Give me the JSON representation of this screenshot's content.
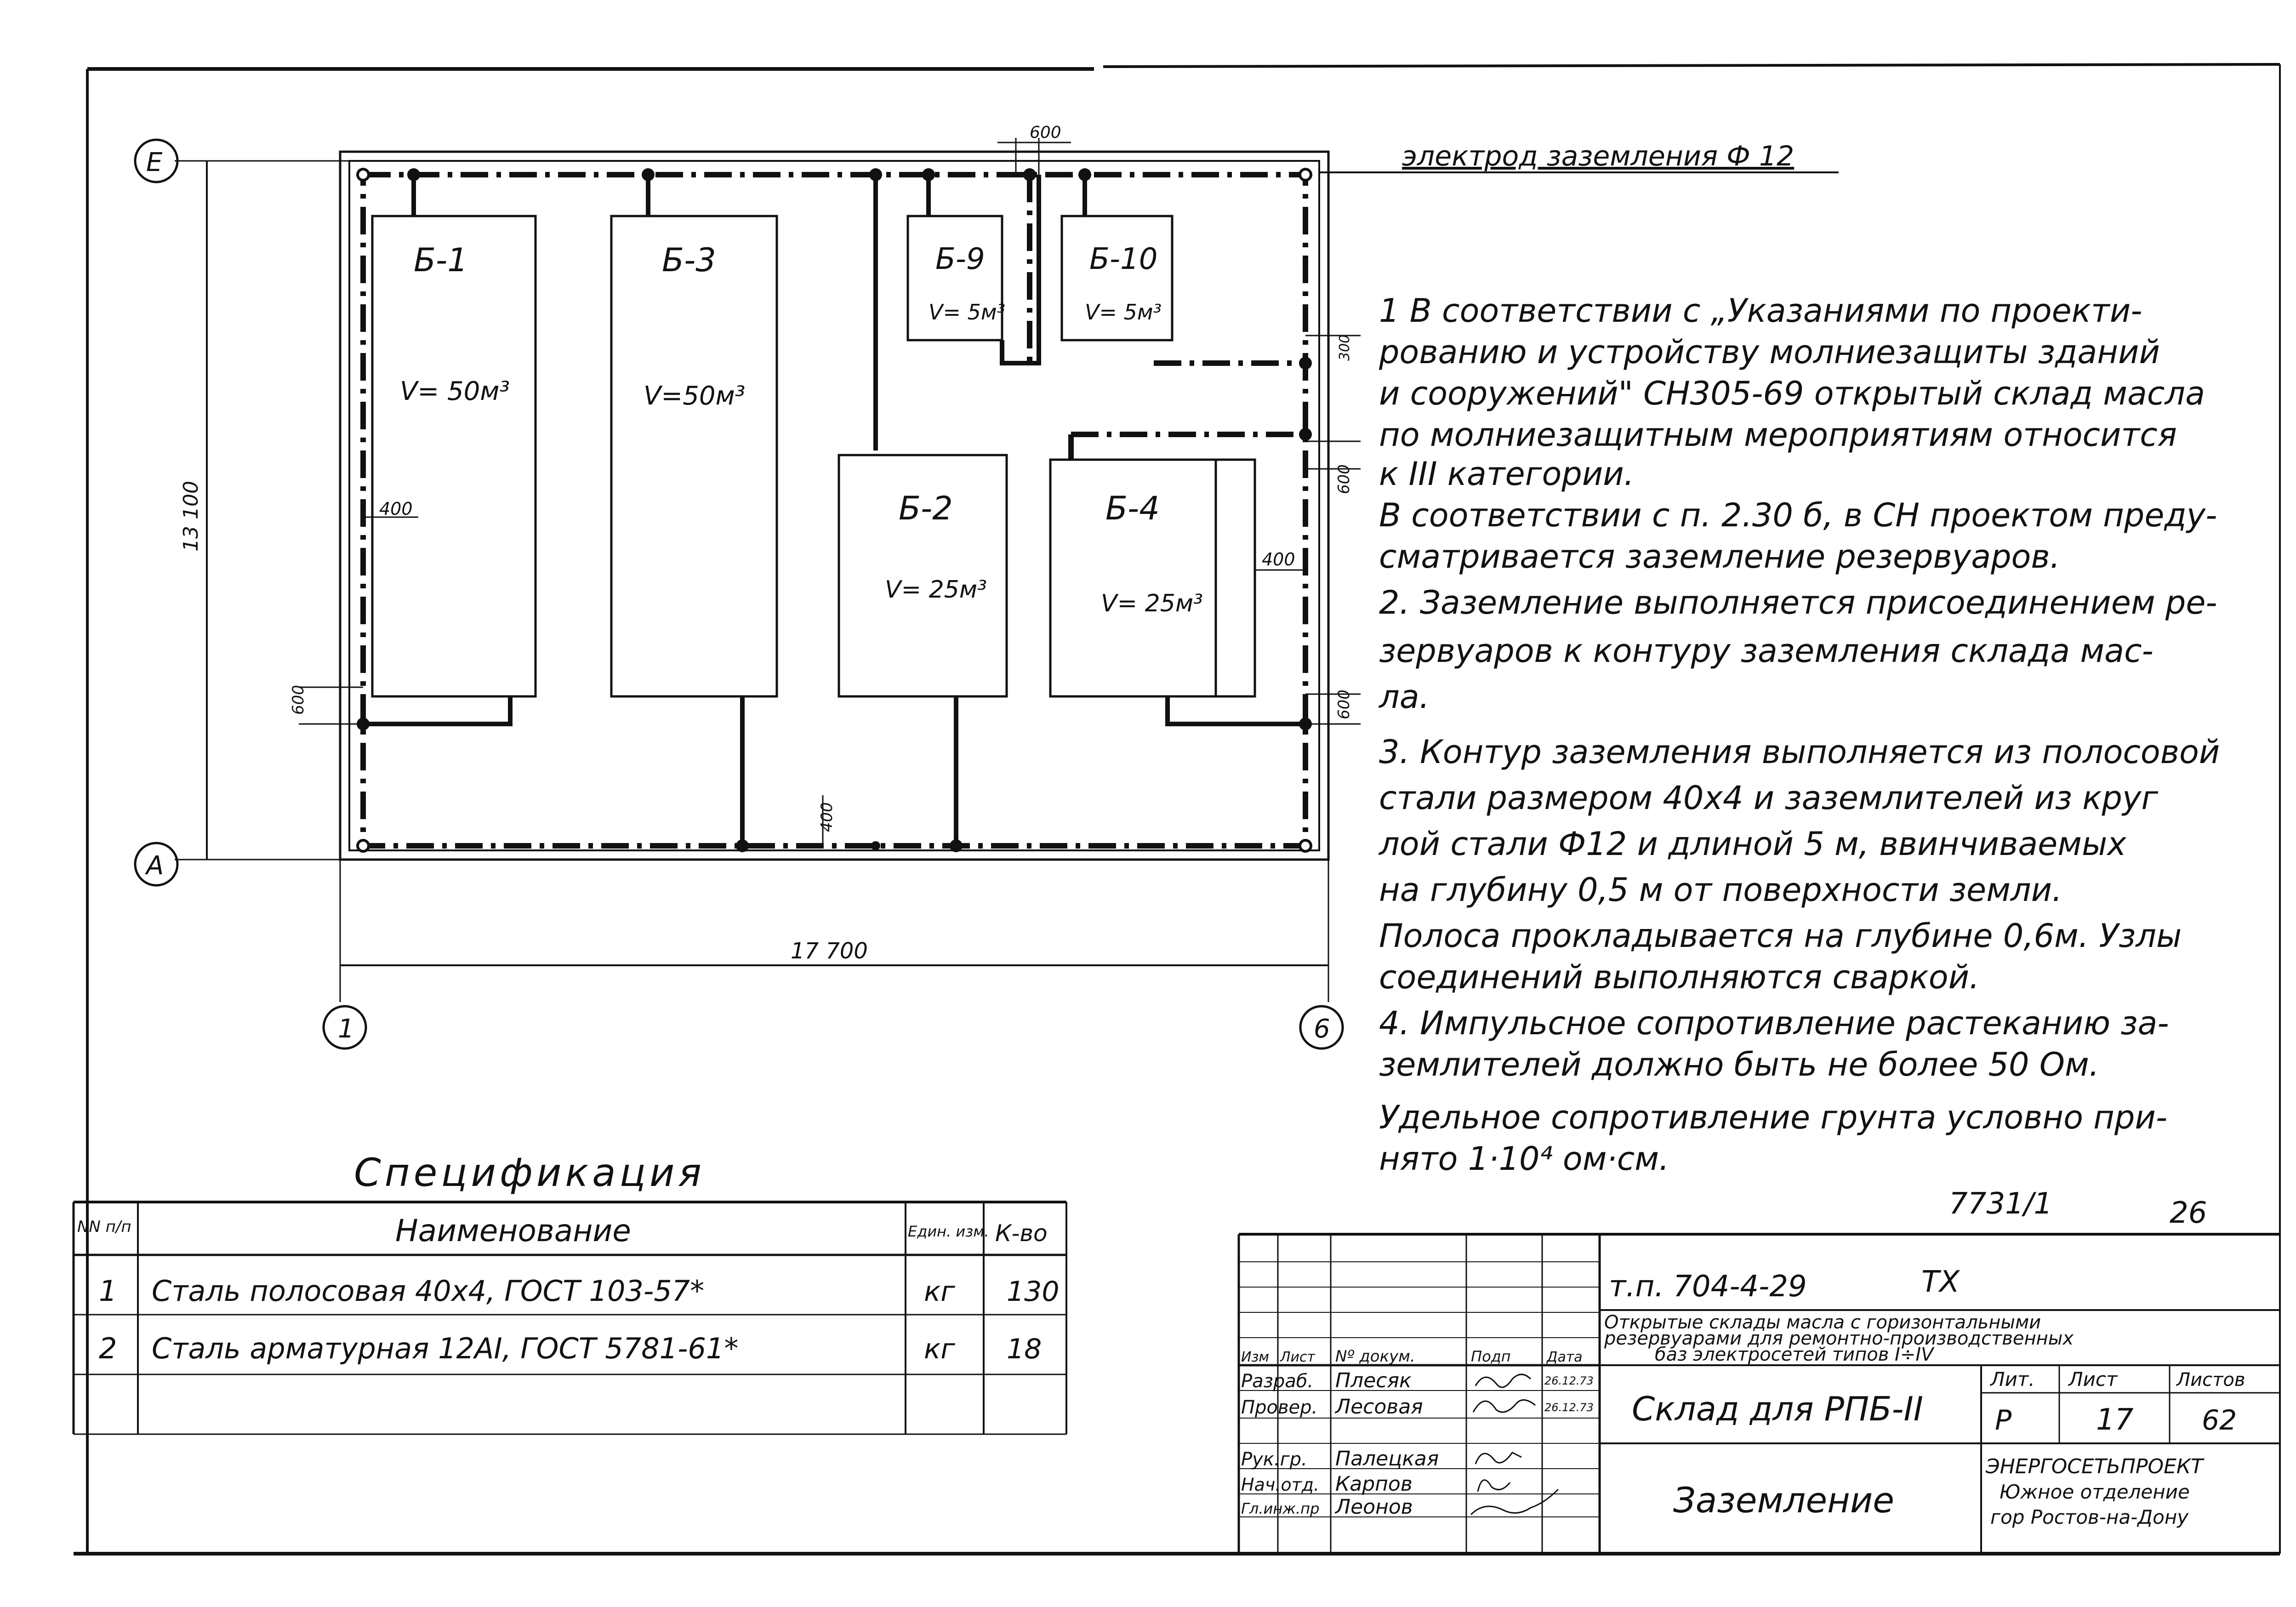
{
  "plan": {
    "axis_e": "Е",
    "axis_a": "А",
    "axis_1": "1",
    "axis_6": "6",
    "dim_width": "17 700",
    "dim_height": "13 100",
    "dim_top_gap": "600",
    "dim_left": "400",
    "dim_left_bottom": "600",
    "dim_bottom_mid": "400",
    "dim_right_top": "600",
    "dim_right_mid": "400",
    "dim_right_bottom": "600",
    "dim_right_small": "300",
    "electrode_label": "электрод заземления Ф 12",
    "tanks": [
      {
        "name": "Б-1",
        "volume": "V= 50м³"
      },
      {
        "name": "Б-3",
        "volume": "V=50м³"
      },
      {
        "name": "Б-9",
        "volume": "V= 5м³"
      },
      {
        "name": "Б-10",
        "volume": "V= 5м³"
      },
      {
        "name": "Б-2",
        "volume": "V= 25м³"
      },
      {
        "name": "Б-4",
        "volume": "V= 25м³"
      }
    ]
  },
  "notes": [
    "1  В соответствии с „Указаниями по проекти-",
    "рованию и устройству молниезащиты зданий",
    "и сооружений\" СН305-69 открытый склад масла",
    "по молниезащитным мероприятиям относится",
    "к III категории.",
    "В соответствии с п. 2.30 б, в СН проектом преду-",
    "сматривается заземление резервуаров.",
    "2. Заземление выполняется присоединением ре-",
    "зервуаров к контуру заземления склада мас-",
    "ла.",
    "3. Контур заземления выполняется из полосовой",
    "стали размером 40х4 и заземлителей из круг",
    "лой стали Ф12 и длиной 5 м, ввинчиваемых",
    "на глубину 0,5 м от поверхности земли.",
    "Полоса прокладывается на глубине 0,6м. Узлы",
    "соединений выполняются сваркой.",
    "4. Импульсное сопротивление растеканию за-",
    "землителей должно быть не более 50 Ом.",
    "Удельное сопротивление грунта условно при-",
    "нято 1·10⁴ ом·см."
  ],
  "spec": {
    "title": "Спецификация",
    "headers": [
      "NN п/п",
      "Наименование",
      "Един. изм.",
      "К-во"
    ],
    "rows": [
      [
        "1",
        "Сталь полосовая   40х4,  ГОСТ 103-57*",
        "кг",
        "130"
      ],
      [
        "2",
        "Сталь арматурная  12АI,  ГОСТ 5781-61*",
        "кг",
        "18"
      ]
    ]
  },
  "stamp": {
    "doc_number": "т.п. 704-4-29",
    "doc_suffix": "ТХ",
    "project_line1": "Открытые склады масла с горизонтальными",
    "project_line2": "резервуарами для ремонтно-производственных",
    "project_line3": "баз электросетей типов I÷IV",
    "col_izm": "Изм",
    "col_list": "Лист",
    "col_doc": "Nº докум.",
    "col_sign": "Подп",
    "col_date": "Дата",
    "sheet_title": "Склад для РПБ-II",
    "drawing_title": "Заземление",
    "lit_label": "Лит.",
    "list_label": "Лист",
    "lists_label": "Листов",
    "lit_value": "Р",
    "list_value": "17",
    "lists_value": "62",
    "org_line1": "ЭНЕРГОСЕТЬПРОЕКТ",
    "org_line2": "Южное отделение",
    "org_line3": "гор Ростов-на-Дону",
    "roles": [
      {
        "role": "Разраб.",
        "name": "Плесяк",
        "date": "26.12.73"
      },
      {
        "role": "Провер.",
        "name": "Лесовая",
        "date": "26.12.73"
      },
      {
        "role": "Рук.гр.",
        "name": "Палецкая",
        "date": ""
      },
      {
        "role": "Нач.отд.",
        "name": "Карпов",
        "date": ""
      },
      {
        "role": "Гл.инж.пр",
        "name": "Леонов",
        "date": ""
      }
    ],
    "archive_number": "7731/1",
    "page_number": "26"
  }
}
